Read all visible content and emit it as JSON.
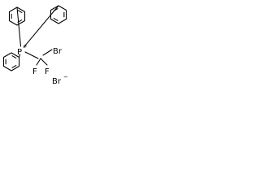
{
  "molecule": {
    "atoms": {
      "phosphorus": "P",
      "phosphorus_charge": "+",
      "bromine_bonded": "Br",
      "fluorine_1": "F",
      "fluorine_2": "F",
      "bromide": "Br",
      "bromide_charge": "−"
    },
    "colors": {
      "ink": "#000000",
      "background": "#ffffff"
    }
  }
}
